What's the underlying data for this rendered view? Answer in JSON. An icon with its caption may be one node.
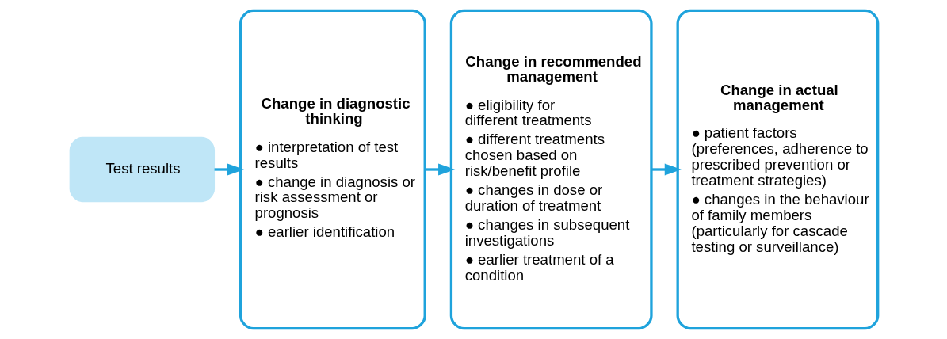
{
  "diagram": {
    "nodes": [
      {
        "text": [
          "Test results"
        ]
      },
      {
        "text": [
          "Change in diagnostic thinking",
          "● interpretation of test results",
          "● change in diagnosis or risk assessment or prognosis",
          "● earlier identification"
        ]
      },
      {
        "text": [
          "Change in recommended management",
          "● eligibility for different treatments",
          "● different treatments chosen based on risk/benefit profile",
          "● changes in dose or duration of treatment",
          "● changes in subsequent investigations",
          "● earlier treatment of a condition"
        ]
      },
      {
        "text": [
          "Change in actual management",
          "● patient factors (preferences, adherence to prescribed prevention or treatment strategies)",
          "● changes in the behaviour of family members (particularly for cascade testing or surveillance)"
        ]
      }
    ],
    "edges": [
      {
        "from": 0,
        "to": 1,
        "arrow": "to"
      },
      {
        "from": 1,
        "to": 2,
        "arrow": "to"
      },
      {
        "from": 2,
        "to": 3,
        "arrow": "to"
      }
    ]
  }
}
